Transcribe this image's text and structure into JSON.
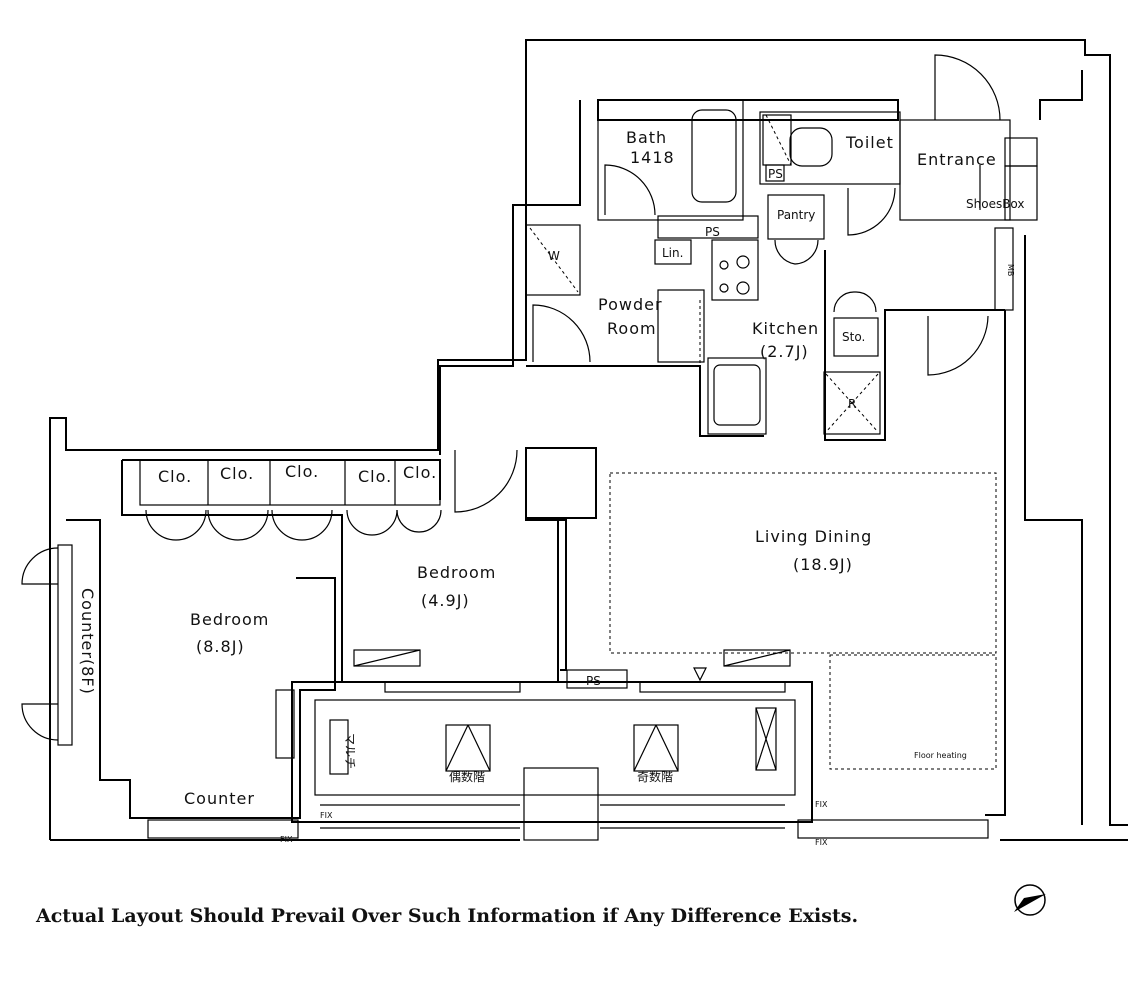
{
  "rooms": {
    "bath": "Bath",
    "bath_size": "1418",
    "toilet": "Toilet",
    "entrance": "Entrance",
    "shoes_box": "ShoesBox",
    "pantry": "Pantry",
    "ps": "PS",
    "ps_small": "PS",
    "ps_bottom": "PS",
    "linen": "Lin.",
    "washer": "W",
    "powder_room_1": "Powder",
    "powder_room_2": "Room",
    "kitchen": "Kitchen",
    "kitchen_size": "(2.7J)",
    "storage": "Sto.",
    "refrigerator": "R",
    "mb": "MB",
    "living_dining": "Living Dining",
    "living_dining_size": "(18.9J)",
    "bedroom1": "Bedroom",
    "bedroom1_size": "(8.8J)",
    "bedroom2": "Bedroom",
    "bedroom2_size": "(4.9J)",
    "closet": "Clo.",
    "counter_8f": "Counter(8F)",
    "counter": "Counter",
    "floor_heating": "Floor heating",
    "multi": "マルチ",
    "even_floor": "偶数階",
    "odd_floor": "奇数階",
    "fix": "FIX"
  },
  "disclaimer": "Actual Layout Should Prevail Over Such Information if Any Difference Exists.",
  "compass_icon": "north-arrow-icon"
}
